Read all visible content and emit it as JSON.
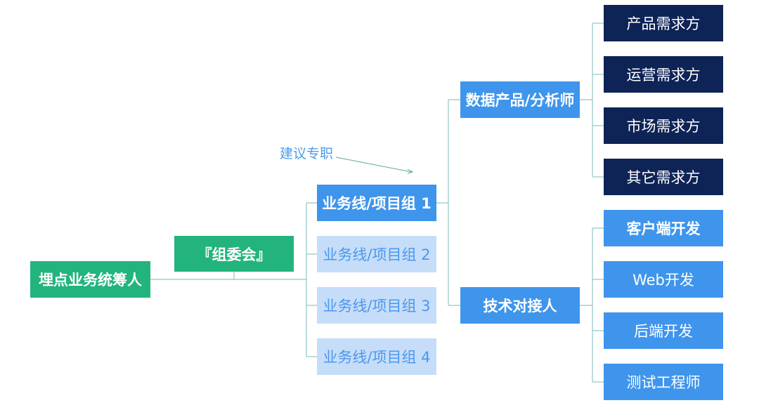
{
  "root": {
    "label": "埋点业务统筹人"
  },
  "committee": {
    "label": "『组委会』"
  },
  "annotation": {
    "label": "建议专职"
  },
  "business_lines": [
    {
      "label": "业务线/项目组 1",
      "highlighted": true
    },
    {
      "label": "业务线/项目组 2",
      "highlighted": false
    },
    {
      "label": "业务线/项目组 3",
      "highlighted": false
    },
    {
      "label": "业务线/项目组 4",
      "highlighted": false
    }
  ],
  "roles": {
    "data": {
      "label": "数据产品/分析师",
      "children": [
        "产品需求方",
        "运营需求方",
        "市场需求方",
        "其它需求方"
      ]
    },
    "tech": {
      "label": "技术对接人",
      "children": [
        "客户端开发",
        "Web开发",
        "后端开发",
        "测试工程师"
      ]
    }
  },
  "colors": {
    "green": "#22b47c",
    "blue": "#3f95ec",
    "light_blue": "#c6ddf9",
    "navy": "#0e2356",
    "connector": "#8fc6c4"
  }
}
